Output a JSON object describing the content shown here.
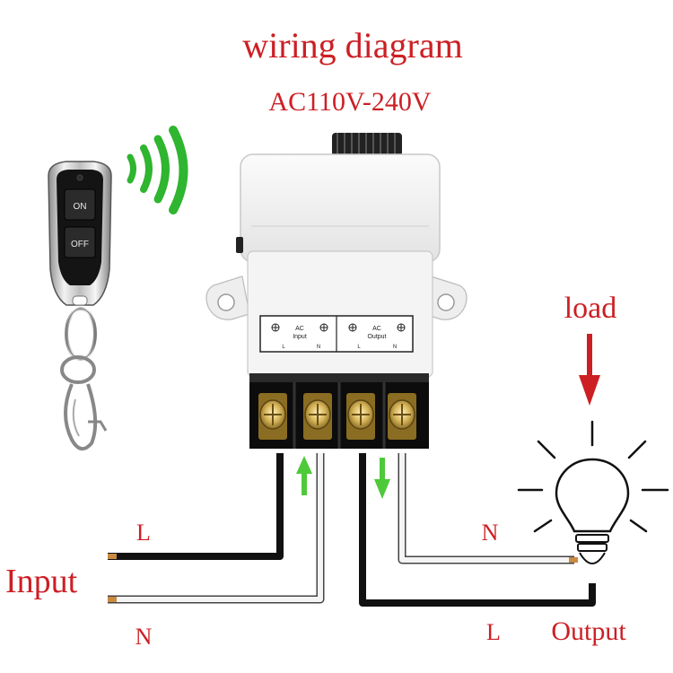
{
  "title": "wiring diagram",
  "voltage": "AC110V-240V",
  "remote": {
    "on_label": "ON",
    "off_label": "OFF"
  },
  "terminal_labels": {
    "ac_1": "AC",
    "input": "Input",
    "ac_2": "AC",
    "output": "Output",
    "l1": "L",
    "n1": "N",
    "l2": "L",
    "n2": "N"
  },
  "left_side": {
    "label_l": "L",
    "label_input": "Input",
    "label_n": "N"
  },
  "right_side": {
    "label_n": "N",
    "label_l": "L",
    "label_output": "Output",
    "label_load": "load"
  },
  "colors": {
    "red_text": "#cc1f24",
    "arrow_green": "#4ec93a",
    "wireless_green": "#2fb52f",
    "wire_black": "#111111",
    "wire_white": "#f2f2f2",
    "terminal_gold": "#c9a84a",
    "module_white": "#f1f1f1"
  }
}
